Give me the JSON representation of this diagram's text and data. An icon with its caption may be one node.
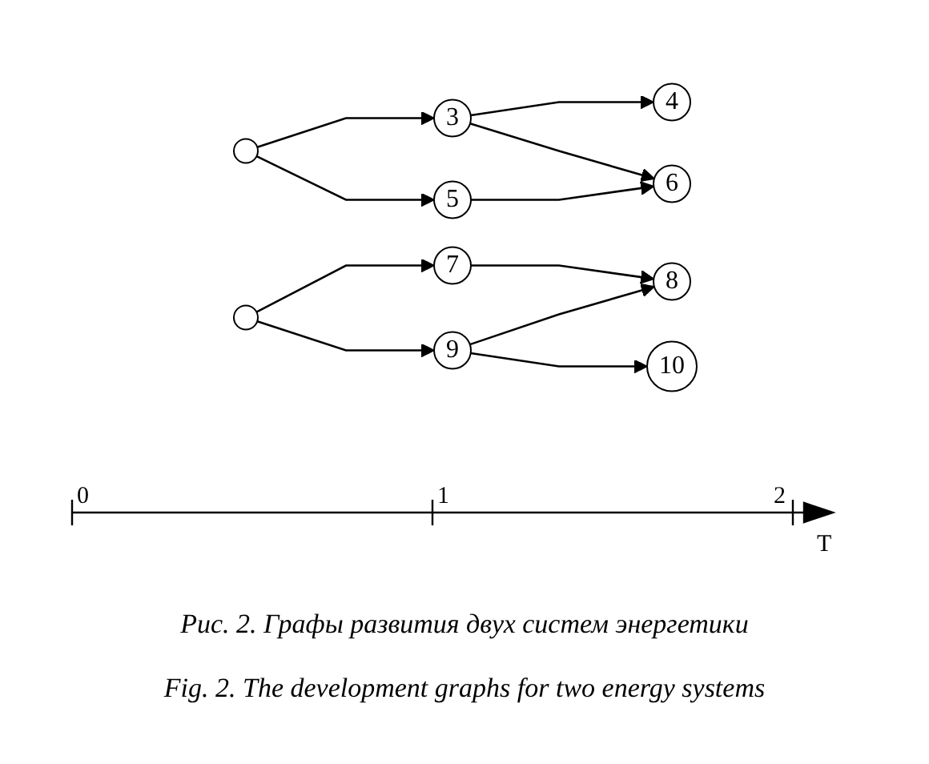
{
  "diagram": {
    "caption": "Рис. 2. Графы развития двух систем энергетики",
    "nodes": [
      {
        "text": [],
        "shape": "circle"
      },
      {
        "text": [
          "3"
        ]
      },
      {
        "text": [
          "4"
        ]
      },
      {
        "text": [
          "5"
        ]
      },
      {
        "text": [
          "6"
        ]
      },
      {
        "text": [],
        "shape": "circle"
      },
      {
        "text": [
          "7"
        ]
      },
      {
        "text": [
          "8"
        ]
      },
      {
        "text": [
          "9"
        ]
      },
      {
        "text": [
          "10"
        ]
      }
    ],
    "edges": [
      {
        "from": 0,
        "to": 1,
        "arrow": "to"
      },
      {
        "from": 0,
        "to": 3,
        "arrow": "to"
      },
      {
        "from": 1,
        "to": 2,
        "arrow": "to"
      },
      {
        "from": 1,
        "to": 4,
        "arrow": "to"
      },
      {
        "from": 3,
        "to": 4,
        "arrow": "to"
      },
      {
        "from": 5,
        "to": 6,
        "arrow": "to"
      },
      {
        "from": 5,
        "to": 8,
        "arrow": "to"
      },
      {
        "from": 6,
        "to": 7,
        "arrow": "to"
      },
      {
        "from": 8,
        "to": 7,
        "arrow": "to"
      },
      {
        "from": 8,
        "to": 9,
        "arrow": "to"
      }
    ],
    "labels": [
      "0",
      "1",
      "2",
      "T",
      "Fig. 2. The development graphs for two energy systems"
    ]
  }
}
